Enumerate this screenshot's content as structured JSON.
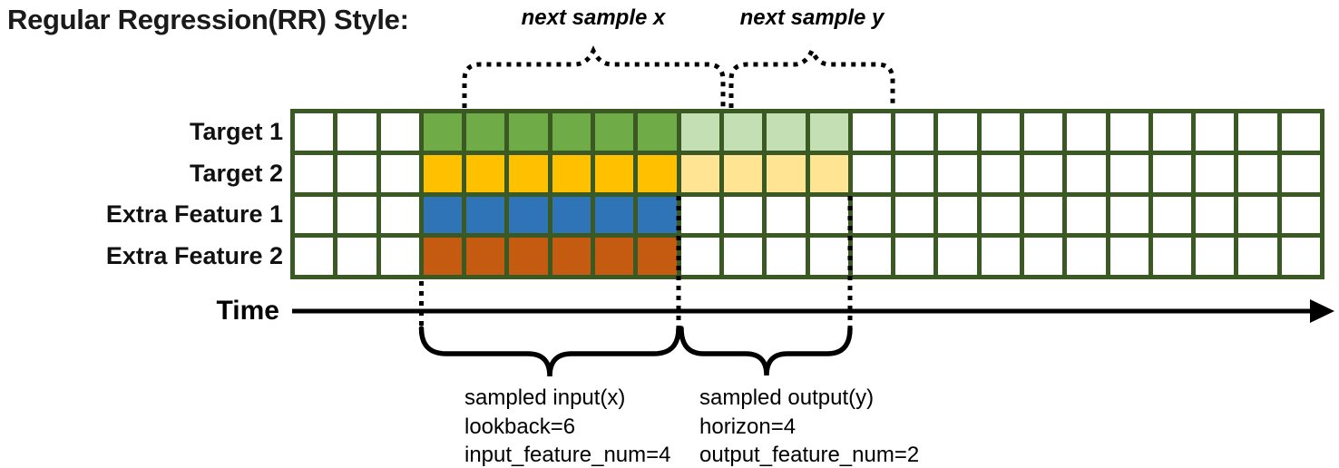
{
  "title": "Regular Regression(RR) Style:",
  "top_annotations": {
    "next_sample_x": "next sample x",
    "next_sample_y": "next sample y"
  },
  "grid": {
    "columns": 24,
    "input_start_col": 3,
    "lookback": 6,
    "horizon": 4,
    "rows": [
      {
        "label": "Target 1",
        "input_color": "#6FAC47",
        "output_color": "#C5DFB4"
      },
      {
        "label": "Target 2",
        "input_color": "#FFC000",
        "output_color": "#FFE593"
      },
      {
        "label": "Extra Feature 1",
        "input_color": "#2E74B6",
        "output_color": "#FFFFFF"
      },
      {
        "label": "Extra Feature 2",
        "input_color": "#C55A11",
        "output_color": "#FFFFFF"
      }
    ]
  },
  "colors": {
    "grid_border": "#3B5A23",
    "empty_cell": "#FFFFFF",
    "annotation_black": "#000000"
  },
  "time_axis": {
    "label": "Time"
  },
  "bottom_annotations": {
    "input_lines": [
      "sampled input(x)",
      "lookback=6",
      "input_feature_num=4"
    ],
    "output_lines": [
      "sampled output(y)",
      "horizon=4",
      "output_feature_num=2"
    ]
  }
}
